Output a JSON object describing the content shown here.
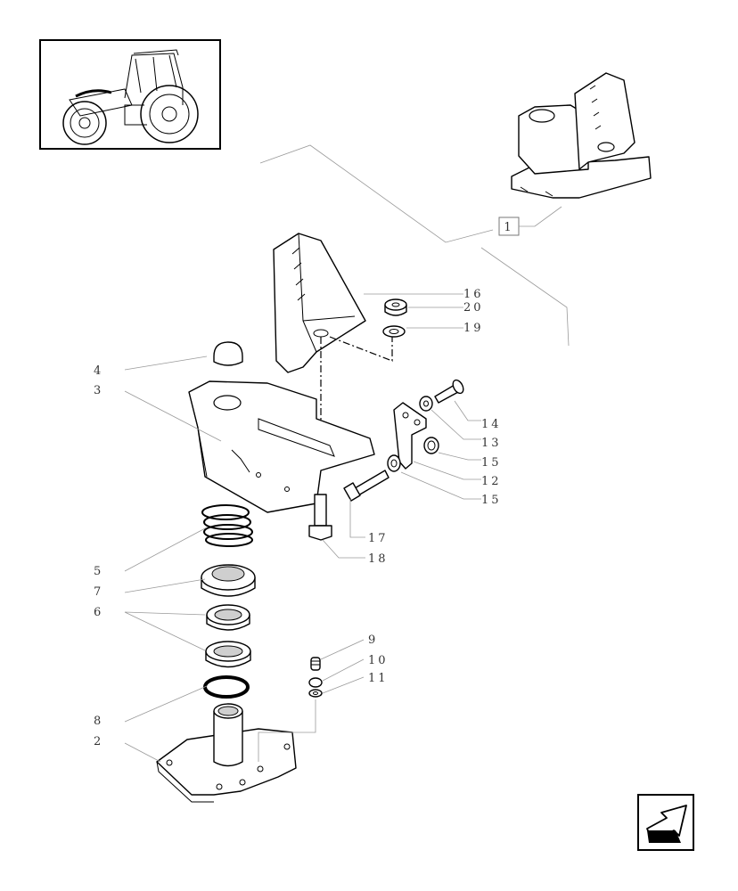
{
  "diagram": {
    "callouts": [
      {
        "id": "c1",
        "text": "1"
      },
      {
        "id": "c2",
        "text": "2"
      },
      {
        "id": "c3",
        "text": "3"
      },
      {
        "id": "c4",
        "text": "4"
      },
      {
        "id": "c5",
        "text": "5"
      },
      {
        "id": "c6",
        "text": "6"
      },
      {
        "id": "c7",
        "text": "7"
      },
      {
        "id": "c8",
        "text": "8"
      },
      {
        "id": "c9",
        "text": "9"
      },
      {
        "id": "c10",
        "text": "10"
      },
      {
        "id": "c11",
        "text": "11"
      },
      {
        "id": "c12",
        "text": "12"
      },
      {
        "id": "c13",
        "text": "13"
      },
      {
        "id": "c14",
        "text": "14"
      },
      {
        "id": "c15a",
        "text": "15"
      },
      {
        "id": "c15b",
        "text": "15"
      },
      {
        "id": "c16",
        "text": "16"
      },
      {
        "id": "c17",
        "text": "17"
      },
      {
        "id": "c18",
        "text": "18"
      },
      {
        "id": "c19",
        "text": "19"
      },
      {
        "id": "c20",
        "text": "20"
      }
    ],
    "icons": {
      "thumbnail": "tractor-thumbnail-icon",
      "navigation": "previous-page-arrow-icon"
    }
  }
}
